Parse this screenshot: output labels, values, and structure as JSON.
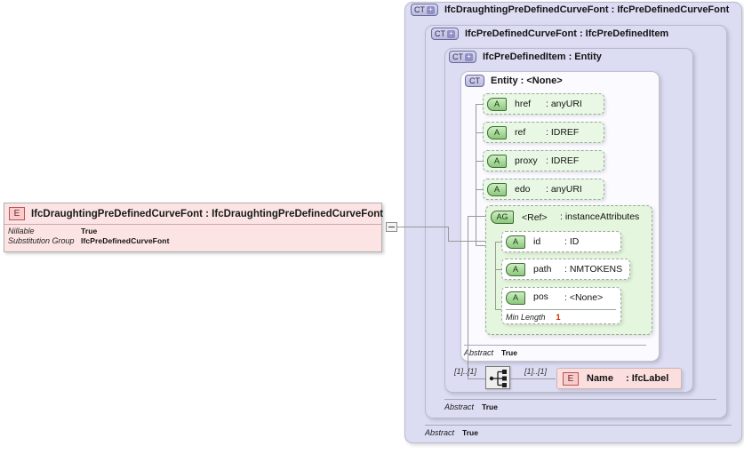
{
  "diagram": {
    "type": "xsd-schema-diagram",
    "colors": {
      "element_fill": "#fce4e4",
      "complextype_fill": "#dcdcf3",
      "attribute_fill": "#e9f8e4",
      "attribute_group_fill": "#e4f6dd",
      "facet_value": "#cc2200",
      "connector": "#9a9a9a"
    }
  },
  "element": {
    "icon": "element-icon",
    "title": "IfcDraughtingPreDefinedCurveFont : IfcDraughtingPreDefinedCurveFont",
    "properties": [
      {
        "key": "Nillable",
        "value": "True"
      },
      {
        "key": "Substitution Group",
        "value": "IfcPreDefinedCurveFont"
      }
    ],
    "expander": "collapse-toggle"
  },
  "containers": [
    {
      "badge": "CT",
      "expand": "+",
      "title": "IfcDraughtingPreDefinedCurveFont : IfcPreDefinedCurveFont",
      "abstract_key": "Abstract",
      "abstract_value": "True"
    },
    {
      "badge": "CT",
      "expand": "+",
      "title": "IfcPreDefinedCurveFont : IfcPreDefinedItem",
      "abstract_key": "Abstract",
      "abstract_value": "True"
    },
    {
      "badge": "CT",
      "expand": "+",
      "title": "IfcPreDefinedItem : Entity",
      "abstract_key": "Abstract",
      "abstract_value": "True"
    },
    {
      "badge": "CT",
      "expand": "",
      "title": "Entity     : <None>",
      "abstract_key": "Abstract",
      "abstract_value": "True"
    }
  ],
  "attributes": [
    {
      "badge": "A",
      "name": "href",
      "type": ": anyURI"
    },
    {
      "badge": "A",
      "name": "ref",
      "type": ": IDREF"
    },
    {
      "badge": "A",
      "name": "proxy",
      "type": ": IDREF"
    },
    {
      "badge": "A",
      "name": "edo",
      "type": ": anyURI"
    }
  ],
  "attribute_group": {
    "badge": "AG",
    "name": "<Ref>",
    "type": ": instanceAttributes",
    "members": [
      {
        "badge": "A",
        "name": "id",
        "type": ": ID",
        "facet": null
      },
      {
        "badge": "A",
        "name": "path",
        "type": ": NMTOKENS",
        "facet": null
      },
      {
        "badge": "A",
        "name": "pos",
        "type": ": <None>",
        "facet": {
          "key": "Min Length",
          "value": "1"
        }
      }
    ]
  },
  "content_model": {
    "compositor": "sequence-icon",
    "cardinality_left": "[1]..[1]",
    "cardinality_right": "[1]..[1]",
    "child_element": {
      "icon": "element-icon",
      "name": "Name",
      "type": ": IfcLabel"
    }
  }
}
